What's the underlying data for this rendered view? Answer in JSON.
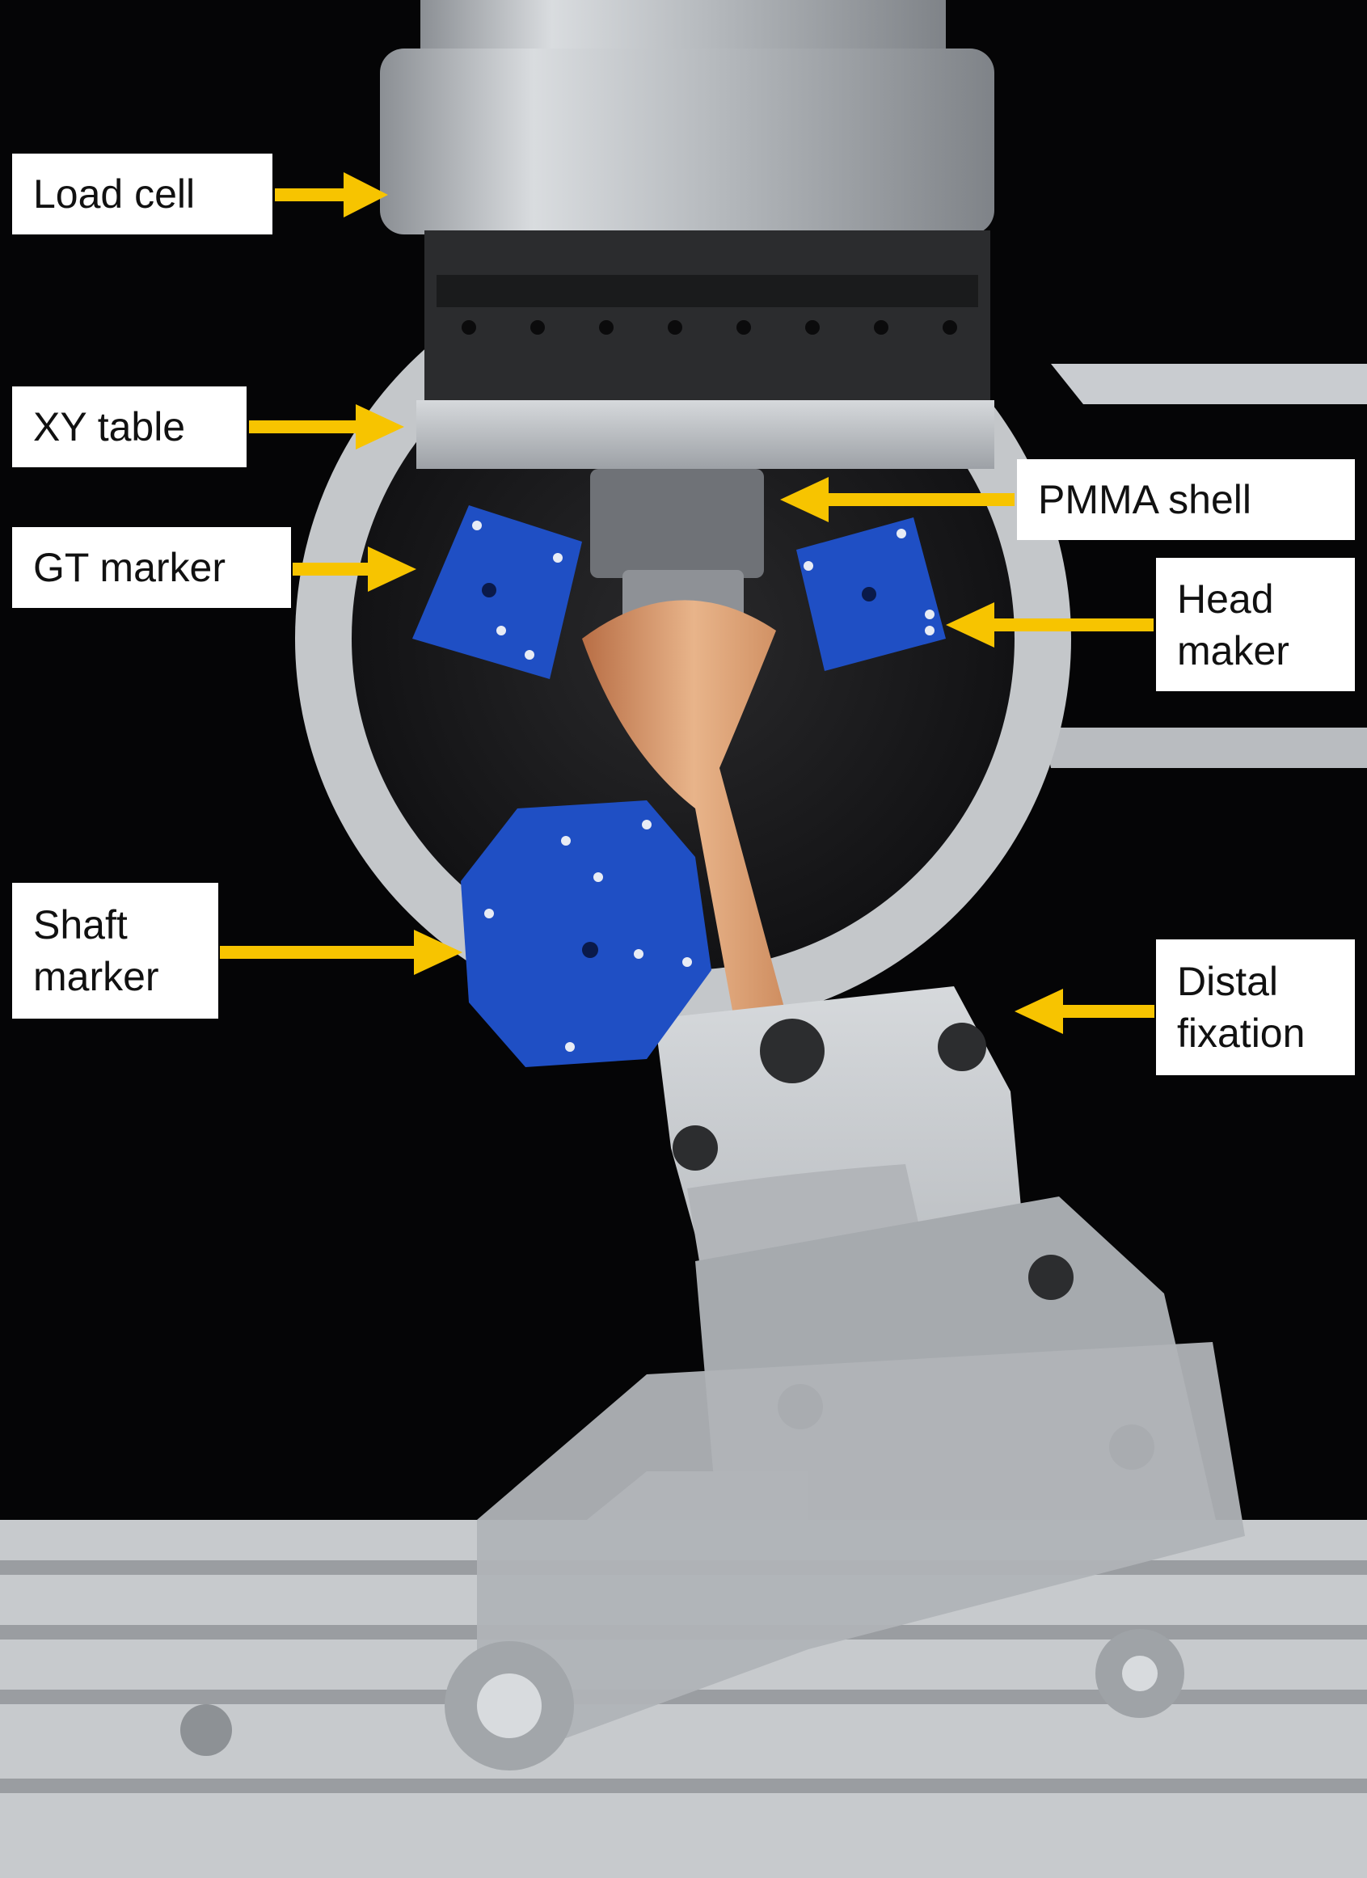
{
  "labels": {
    "load_cell": "Load cell",
    "xy_table": "XY table",
    "pmma_shell": "PMMA shell",
    "gt_marker": "GT marker",
    "head_maker_line1": "Head",
    "head_maker_line2": "maker",
    "shaft_marker_line1": "Shaft",
    "shaft_marker_line2": "marker",
    "distal_fixation_line1": "Distal",
    "distal_fixation_line2": "fixation"
  },
  "colors": {
    "arrow": "#f7c400",
    "marker_blue": "#1f4fc4",
    "background": "#050506",
    "aluminum": "#b9bcc0",
    "bone": "#d99a6a"
  },
  "icons": {
    "arrow": "arrow-right-icon"
  }
}
